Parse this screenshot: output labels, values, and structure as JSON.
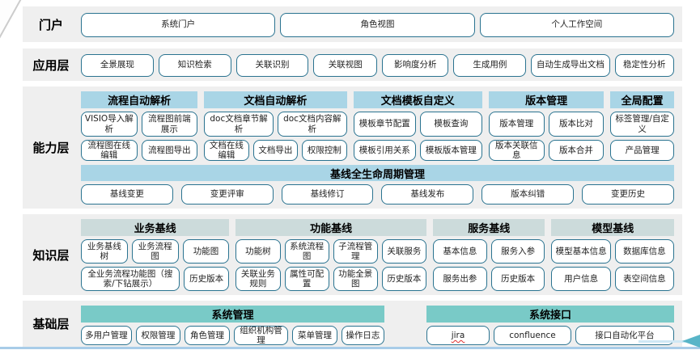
{
  "portal": {
    "label": "门户",
    "buttons": [
      "系统门户",
      "角色视图",
      "个人工作空间"
    ]
  },
  "app": {
    "label": "应用层",
    "buttons": [
      "全景展现",
      "知识检索",
      "关联识别",
      "关联视图",
      "影响度分析",
      "生成用例",
      "自动生成导出文档",
      "稳定性分析"
    ]
  },
  "capability": {
    "label": "能力层",
    "groups": [
      {
        "header": "流程自动解析",
        "row1": [
          "VISIO导入解析",
          "流程图前端展示"
        ],
        "row2": [
          "流程图在线编辑",
          "流程图导出"
        ]
      },
      {
        "header": "文档自动解析",
        "row1": [
          "doc文档章节解析",
          "doc文档内容解析"
        ],
        "row2": [
          "文档在线编辑",
          "文档导出",
          "权限控制"
        ]
      },
      {
        "header": "文档模板自定义",
        "row1": [
          "模板章节配置",
          "模板查询"
        ],
        "row2": [
          "模板引用关系",
          "模板版本管理"
        ]
      },
      {
        "header": "版本管理",
        "row1": [
          "版本管理",
          "版本比对"
        ],
        "row2": [
          "版本关联信息",
          "版本合并"
        ]
      },
      {
        "header": "全局配置",
        "row1": [
          "标签管理/自定义"
        ],
        "row2": [
          "产品管理"
        ]
      }
    ],
    "baseline": {
      "header": "基线全生命周期管理",
      "buttons": [
        "基线变更",
        "变更评审",
        "基线修订",
        "基线发布",
        "版本纠错",
        "变更历史"
      ]
    }
  },
  "knowledge": {
    "label": "知识层",
    "groups": [
      {
        "header": "业务基线",
        "row1": [
          "业务基线树",
          "业务流程图",
          "功能图"
        ],
        "row2": [
          "全业务流程功能图（搜索/下钻展示）",
          "历史版本"
        ]
      },
      {
        "header": "功能基线",
        "row1": [
          "功能树",
          "系统流程图",
          "子流程管理",
          "关联服务"
        ],
        "row2": [
          "关联业务规则",
          "属性可配置",
          "功能全景图",
          "历史版本"
        ]
      },
      {
        "header": "服务基线",
        "row1": [
          "基本信息",
          "服务入参"
        ],
        "row2": [
          "服务出参",
          "历史版本"
        ]
      },
      {
        "header": "模型基线",
        "row1": [
          "模型基本信息",
          "数据库信息"
        ],
        "row2": [
          "用户信息",
          "表空间信息"
        ]
      }
    ]
  },
  "base": {
    "label": "基础层",
    "groups": [
      {
        "header": "系统管理",
        "buttons": [
          "多用户管理",
          "权限管理",
          "角色管理",
          "组织机构管理",
          "菜单管理",
          "操作日志"
        ]
      },
      {
        "header": "系统接口",
        "buttons": [
          "jira",
          "confluence",
          "接口自动化平台"
        ]
      }
    ]
  },
  "colors": {
    "band_bg": "#efefef",
    "btn_border": "#2a7390",
    "hdr_blue": "#a9d5e6",
    "hdr_pale": "#ccdbdb",
    "hdr_teal": "#79cac7",
    "bottom_line": "#a8cce8",
    "arrow_line": "#cfe8f5",
    "arrow_tri": "#58b5c8"
  }
}
